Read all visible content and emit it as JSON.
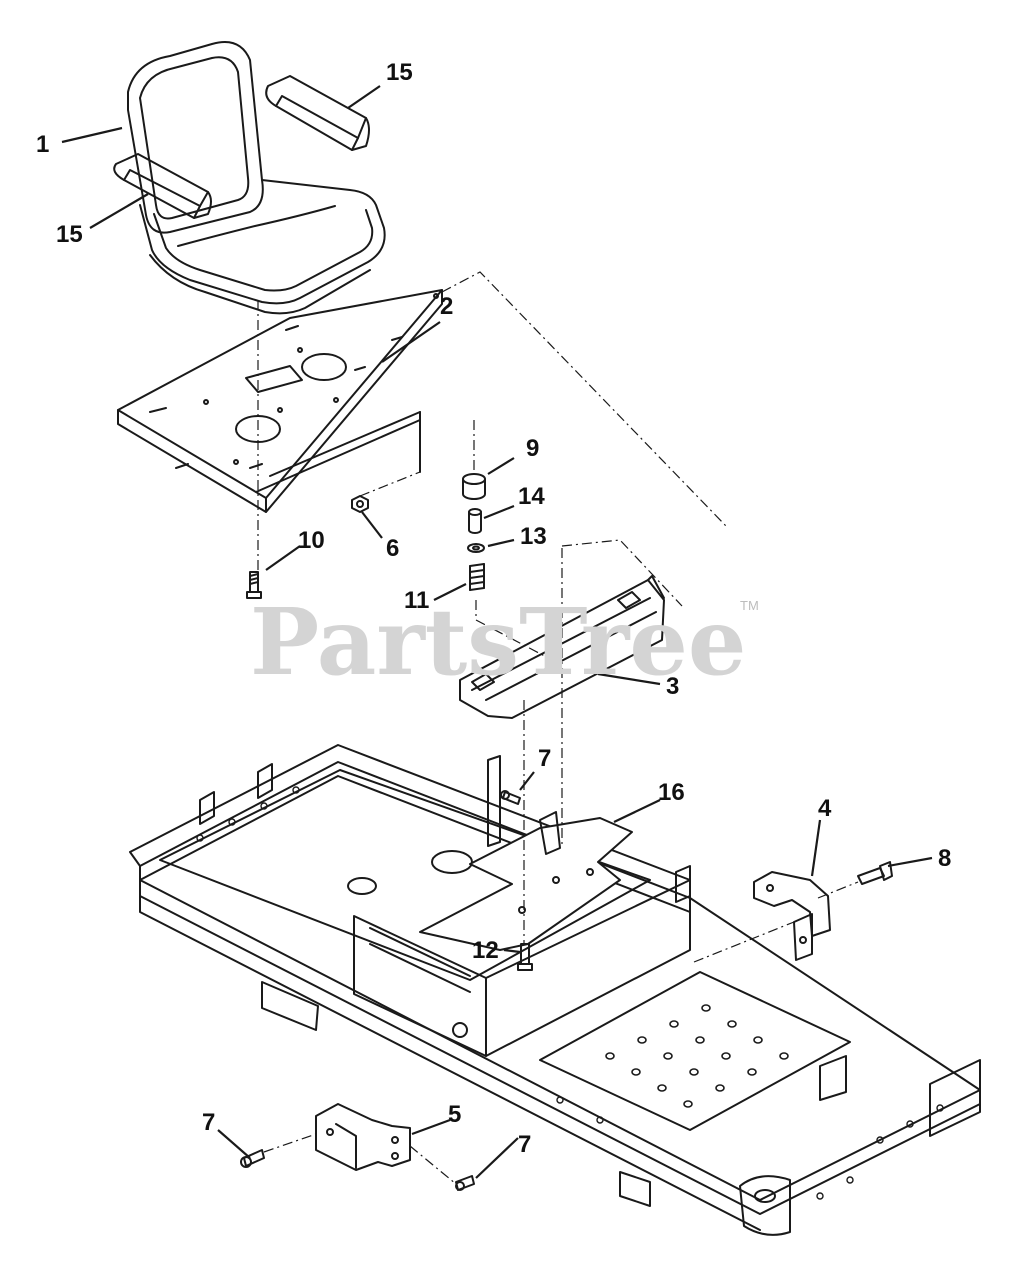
{
  "watermark": {
    "text": "PartsTree",
    "mark": "TM"
  },
  "callouts": [
    {
      "id": "c15a",
      "label": "15"
    },
    {
      "id": "c1",
      "label": "1"
    },
    {
      "id": "c15b",
      "label": "15"
    },
    {
      "id": "c2",
      "label": "2"
    },
    {
      "id": "c9",
      "label": "9"
    },
    {
      "id": "c14",
      "label": "14"
    },
    {
      "id": "c13",
      "label": "13"
    },
    {
      "id": "c10",
      "label": "10"
    },
    {
      "id": "c6",
      "label": "6"
    },
    {
      "id": "c11",
      "label": "11"
    },
    {
      "id": "c3",
      "label": "3"
    },
    {
      "id": "c7a",
      "label": "7"
    },
    {
      "id": "c16",
      "label": "16"
    },
    {
      "id": "c4",
      "label": "4"
    },
    {
      "id": "c8",
      "label": "8"
    },
    {
      "id": "c12",
      "label": "12"
    },
    {
      "id": "c5",
      "label": "5"
    },
    {
      "id": "c7b",
      "label": "7"
    },
    {
      "id": "c7c",
      "label": "7"
    }
  ],
  "colors": {
    "line": "#1a1a1a",
    "watermark": "#d4d4d4",
    "background": "#ffffff"
  }
}
